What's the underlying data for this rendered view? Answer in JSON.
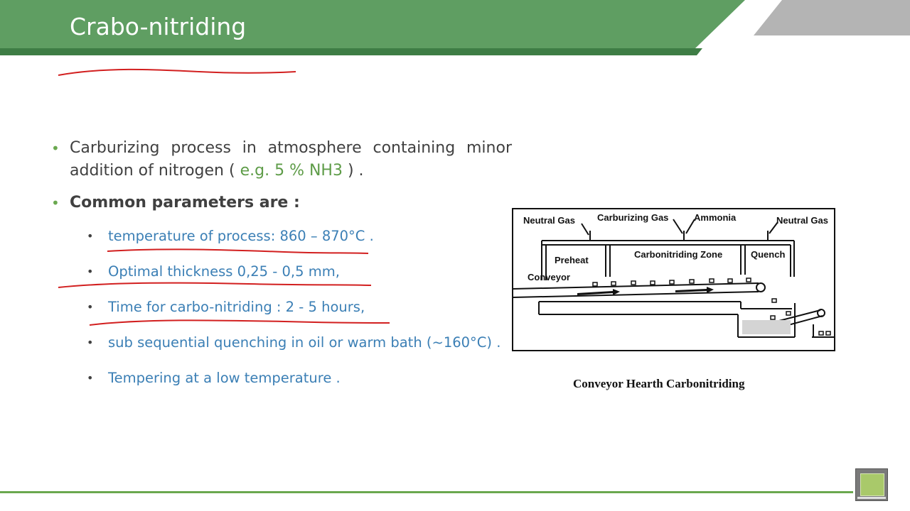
{
  "slide": {
    "title": "Crabo-nitriding"
  },
  "bullets": {
    "b1_text": "Carburizing process in atmosphere containing minor addition of nitrogen (",
    "b1_highlight": "e.g. 5 % NH3",
    "b1_tail": ") .",
    "b2_text": "Common parameters are :"
  },
  "params": [
    "temperature of process: 860 – 870°C .",
    "Optimal thickness 0,25 - 0,5 mm,",
    "Time for carbo-nitriding : 2 - 5 hours,",
    "sub sequential quenching in oil or warm bath (~160°C) .",
    "Tempering at a low temperature ."
  ],
  "diagram": {
    "neutral_gas_left": "Neutral Gas",
    "carburizing_gas": "Carburizing Gas",
    "ammonia": "Ammonia",
    "neutral_gas_right": "Neutral Gas",
    "preheat": "Preheat",
    "zone": "Carbonitriding Zone",
    "quench": "Quench",
    "conveyor": "Conveyor",
    "caption": "Conveyor Hearth Carbonitriding"
  },
  "colors": {
    "header_green": "#5f9e62",
    "header_dark": "#3e7d45",
    "accent_grey": "#b4b4b4",
    "bullet_blue": "#3b7fb5",
    "highlight_green": "#5e9c48",
    "ink_red": "#d21f1f"
  }
}
